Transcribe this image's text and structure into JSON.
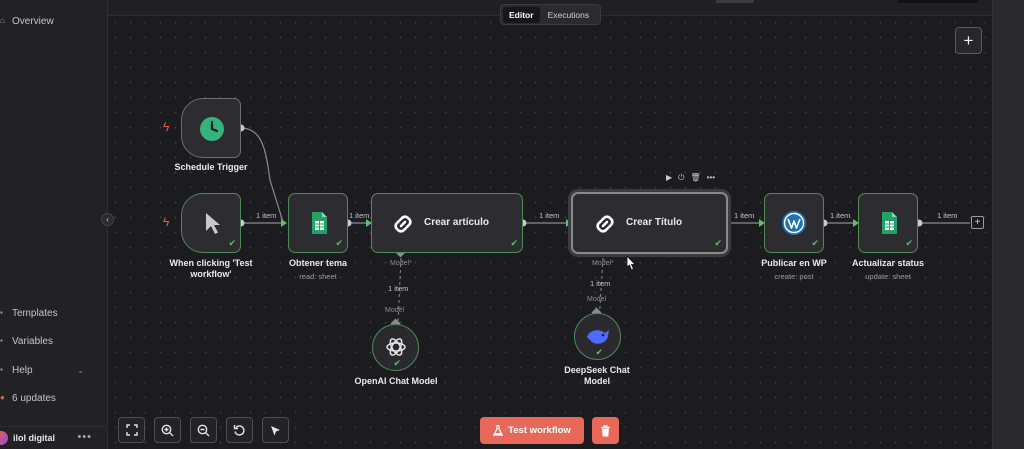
{
  "sidebar": {
    "overview": "Overview",
    "templates": "Templates",
    "variables": "Variables",
    "help": "Help",
    "updates": "6 updates",
    "user_name": "ilol digital"
  },
  "tabs": [
    {
      "label": "Editor",
      "active": true
    },
    {
      "label": "Executions",
      "active": false
    }
  ],
  "nodes": {
    "schedule": {
      "label": "Schedule Trigger"
    },
    "manual": {
      "label_line1": "When clicking 'Test",
      "label_line2": "workflow'"
    },
    "obtener": {
      "label": "Obtener tema",
      "sub": "read: sheet"
    },
    "crear_articulo": {
      "label": "Crear artículo"
    },
    "crear_titulo": {
      "label": "Crear Título"
    },
    "publicar": {
      "label": "Publicar en WP",
      "sub": "create: post"
    },
    "actualizar": {
      "label": "Actualizar status",
      "sub": "update: sheet"
    },
    "openai": {
      "label": "OpenAI Chat Model"
    },
    "deepseek": {
      "label_line1": "DeepSeek Chat",
      "label_line2": "Model"
    }
  },
  "edges": {
    "item_label": "1 item",
    "model_label": "Model",
    "required_mark": "*"
  },
  "buttons": {
    "test_workflow": "Test workflow",
    "plus": "+",
    "add_end": "+"
  },
  "toolbar": {
    "play": "▶",
    "power": "⏻",
    "delete": "🗑",
    "more": "•••"
  },
  "colors": {
    "accent": "#e8685a",
    "success": "#5fbf6a",
    "node_border": "#4f8a57",
    "trigger_clock": "#35b37e",
    "sheets_green": "#21a366",
    "wordpress": "#2271b1",
    "deepseek": "#4d6bfe"
  }
}
